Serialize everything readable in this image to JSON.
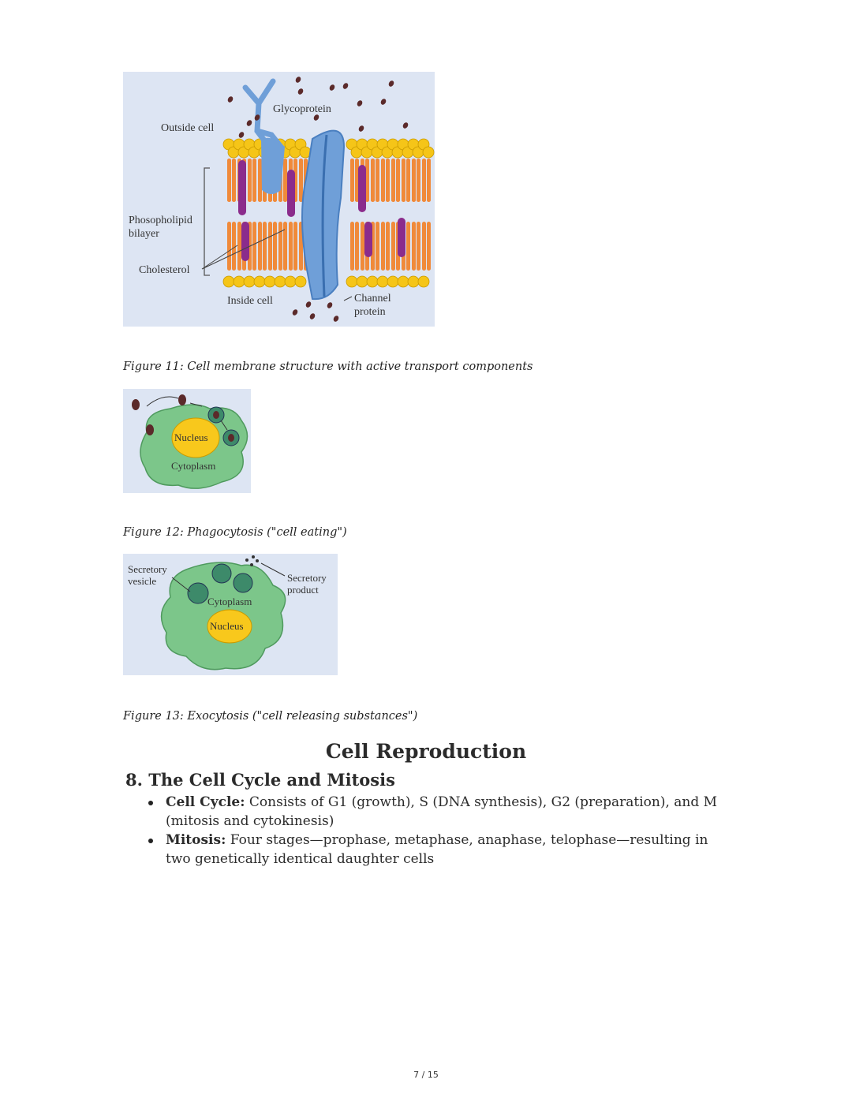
{
  "figures": [
    {
      "caption": "Figure 11: Cell membrane structure with active transport components",
      "labels": {
        "glycoprotein": "Glycoprotein",
        "outside_cell": "Outside cell",
        "phospholipid_1": "Phosopholipid",
        "phospholipid_2": "bilayer",
        "cholesterol": "Cholesterol",
        "inside_cell": "Inside cell",
        "channel_1": "Channel",
        "channel_2": "protein"
      }
    },
    {
      "caption": "Figure 12: Phagocytosis (\"cell eating\")",
      "labels": {
        "nucleus": "Nucleus",
        "cytoplasm": "Cytoplasm"
      }
    },
    {
      "caption": "Figure 13: Exocytosis (\"cell releasing substances\")",
      "labels": {
        "vesicle_1": "Secretory",
        "vesicle_2": "vesicle",
        "product_1": "Secretory",
        "product_2": "product",
        "cytoplasm": "Cytoplasm",
        "nucleus": "Nucleus"
      }
    }
  ],
  "section_title": "Cell Reproduction",
  "subsection_title": "8. The Cell Cycle and Mitosis",
  "bullets": [
    {
      "term": "Cell Cycle:",
      "text": " Consists of G1 (growth), S (DNA synthesis), G2 (preparation), and M (mitosis and cytokinesis)"
    },
    {
      "term": "Mitosis:",
      "text": " Four stages—prophase, metaphase, anaphase, telophase—resulting in two genetically identical daughter cells"
    }
  ],
  "page_number": "7 / 15",
  "colors": {
    "figure_bg": "#dde5f3",
    "lipid_head": "#f5c518",
    "lipid_tail": "#f08a3a",
    "protein": "#6f9fd8",
    "cholesterol": "#8b2c8c",
    "cell_body": "#7cc68a",
    "nucleus": "#f8c81c"
  }
}
